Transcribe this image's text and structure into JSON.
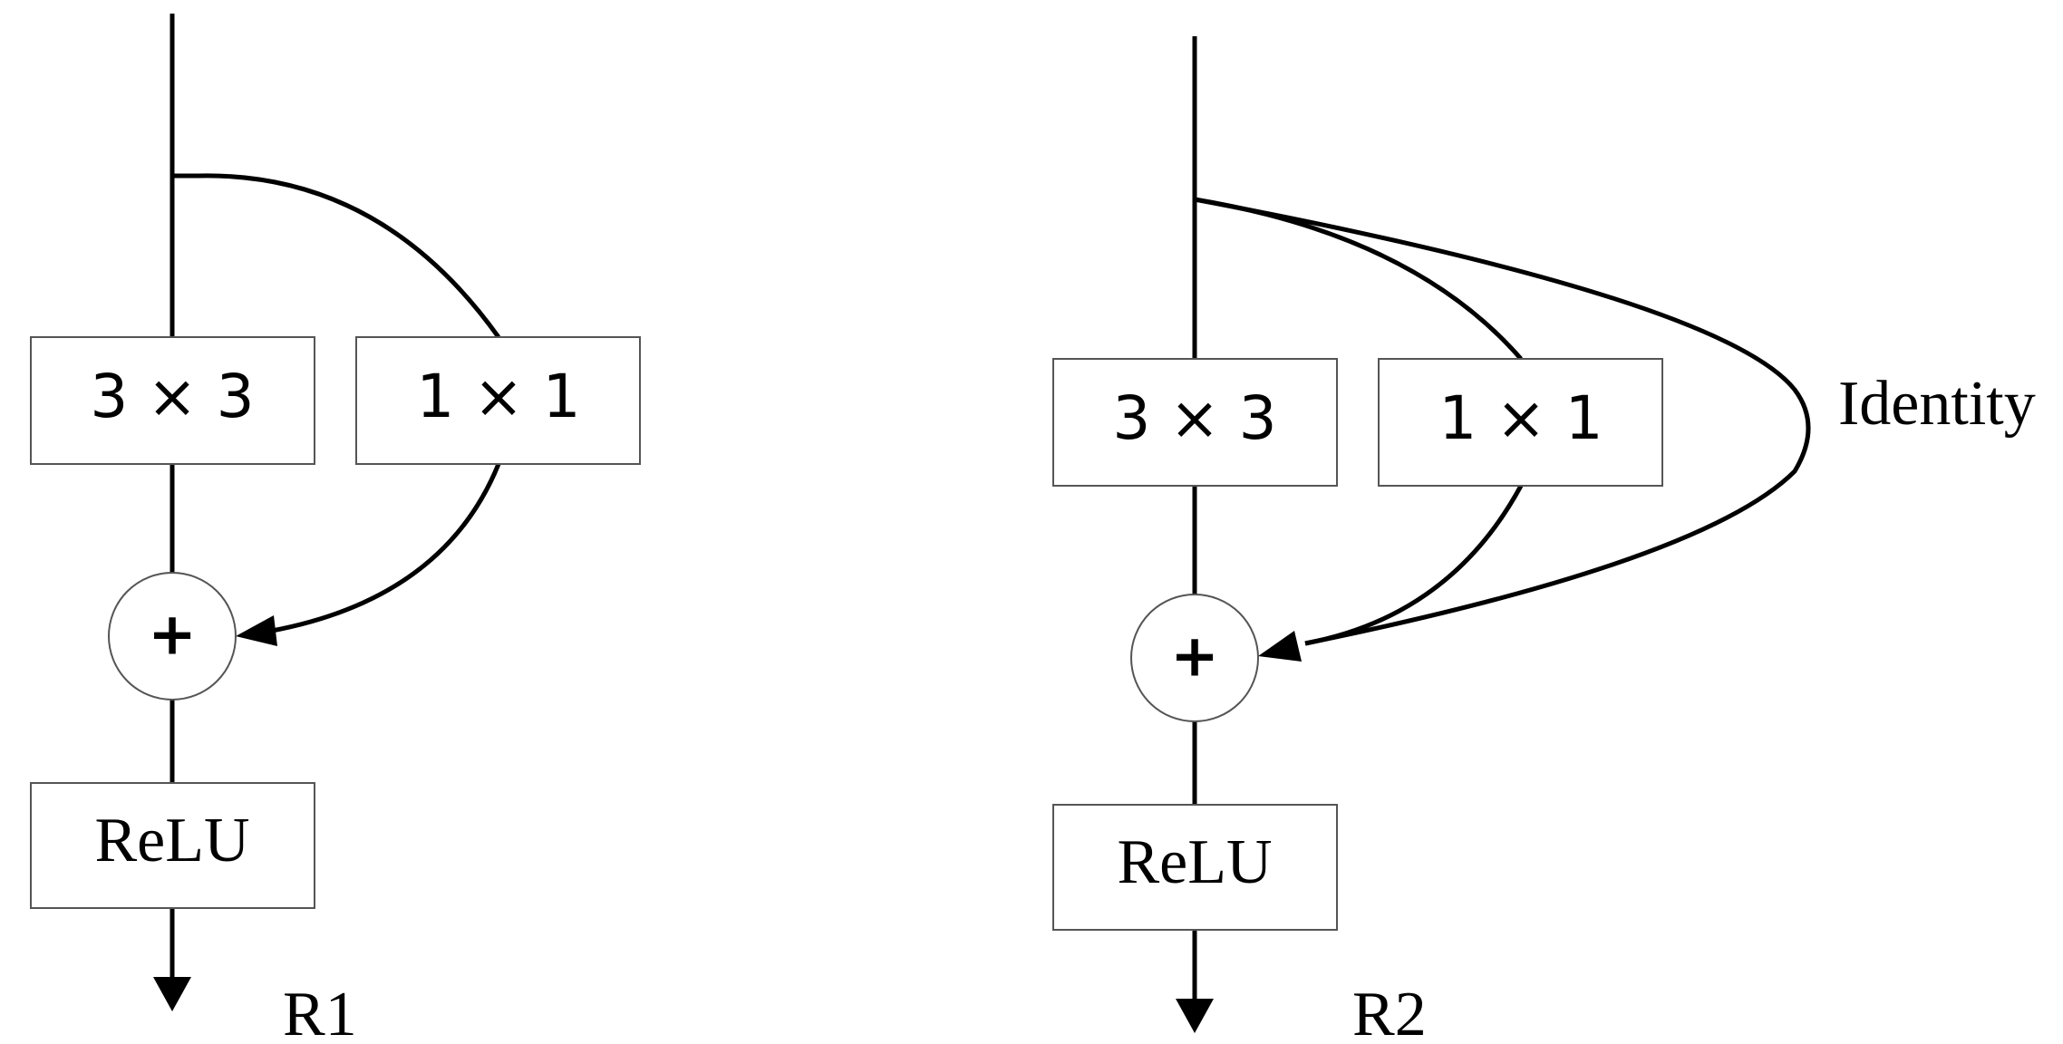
{
  "blocks": [
    {
      "id": "R1",
      "name": "R1",
      "conv3": "3 × 3",
      "conv1": "1 × 1",
      "sum": "+",
      "activation": "ReLU"
    },
    {
      "id": "R2",
      "name": "R2",
      "conv3": "3 × 3",
      "conv1": "1 × 1",
      "sum": "+",
      "activation": "ReLU",
      "skip": "Identity"
    }
  ]
}
